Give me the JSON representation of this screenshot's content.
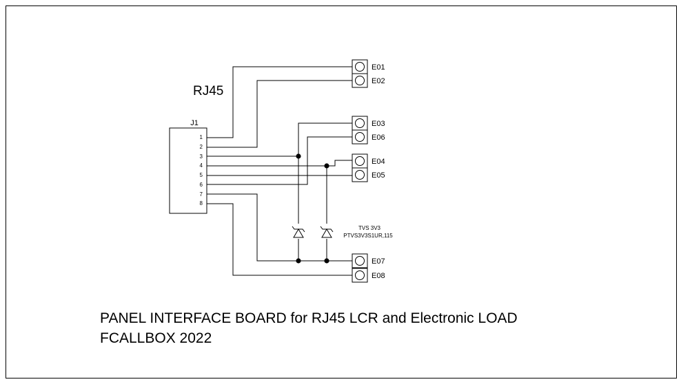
{
  "connector": {
    "ref": "J1",
    "name": "RJ45",
    "pins": [
      "1",
      "2",
      "3",
      "4",
      "5",
      "6",
      "7",
      "8"
    ]
  },
  "terminals": [
    "E01",
    "E02",
    "E03",
    "E06",
    "E04",
    "E05",
    "E07",
    "E08"
  ],
  "tvs": {
    "value": "TVS 3V3",
    "part": "PTVS3V3S1UR,115"
  },
  "footer": {
    "line1": "PANEL INTERFACE BOARD for RJ45 LCR and Electronic LOAD",
    "line2": "FCALLBOX 2022"
  }
}
